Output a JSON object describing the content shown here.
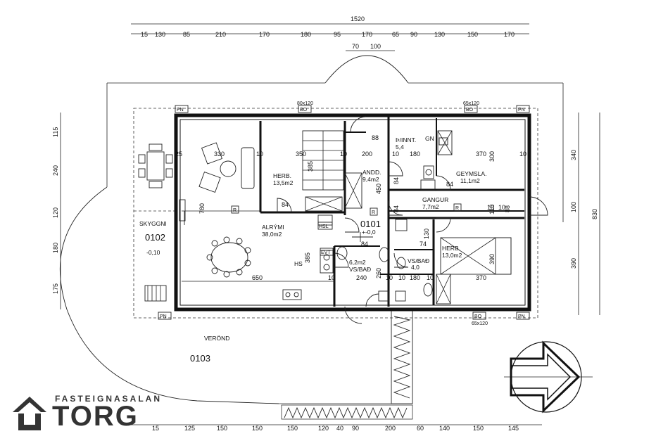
{
  "top_dims": {
    "total": "1520",
    "row1": [
      "15",
      "130",
      "85",
      "210",
      "170",
      "180",
      "95",
      "170",
      "65",
      "90",
      "130",
      "150",
      "170"
    ],
    "row2": [
      "70",
      "100"
    ]
  },
  "bottom_dims": {
    "row": [
      "15",
      "125",
      "150",
      "150",
      "150",
      "120",
      "40",
      "90",
      "200",
      "60",
      "140",
      "150",
      "145"
    ]
  },
  "left_dims": [
    "115",
    "240",
    "120",
    "180",
    "175"
  ],
  "right_dims": {
    "inner": [
      "340",
      "100",
      "390"
    ],
    "total": "830"
  },
  "interior_dims": [
    "330",
    "10",
    "350",
    "385",
    "10",
    "200",
    "88",
    "10",
    "180",
    "370",
    "300",
    "25",
    "84",
    "450",
    "84",
    "84",
    "84",
    "10",
    "110",
    "10",
    "88",
    "780",
    "650",
    "385",
    "84",
    "74",
    "130",
    "240",
    "260",
    "10",
    "180",
    "370",
    "390",
    "10",
    "10",
    "10",
    "10"
  ],
  "window_tags": {
    "pn": [
      "PN",
      "PN",
      "PN",
      "PN"
    ],
    "bo": [
      "BO",
      "BO",
      "BO"
    ],
    "bo_sizes": [
      "80x120",
      "65x120",
      "65x120"
    ]
  },
  "rooms": {
    "herb1": {
      "name": "HERB.",
      "area": "13,5m2"
    },
    "andd": {
      "name": "ANDD.",
      "area": "9,4m2"
    },
    "thv": {
      "name": "Þ/INNT.",
      "area": "5,4",
      "gn": "GN"
    },
    "geymsla": {
      "name": "GEYMSLA.",
      "area": "11,1m2"
    },
    "gangur": {
      "name": "GANGUR",
      "area": "7,7m2"
    },
    "alrymi": {
      "name": "ALRÝMI",
      "area": "38,0m2"
    },
    "unit_0101": {
      "code": "0101",
      "level": "+-0,0"
    },
    "vs1": {
      "name": "VS/BAÐ",
      "area": "6,2m2"
    },
    "vs2": {
      "name": "VS/BAÐ",
      "area": "4,0"
    },
    "herb2": {
      "name": "HERB.",
      "area": "13,0m2"
    },
    "skyggni": {
      "name": "SKYGGNI",
      "code": "0102",
      "level": "-0,10"
    },
    "verond": {
      "name": "VERÖND",
      "code": "0103"
    }
  },
  "fixtures": {
    "hsl": "HSL",
    "evt": "EVT",
    "hs": "HS",
    "r_marks": [
      "R",
      "R",
      "R"
    ]
  },
  "logo": {
    "line1": "FASTEIGNASALAN",
    "line2": "TORG"
  }
}
